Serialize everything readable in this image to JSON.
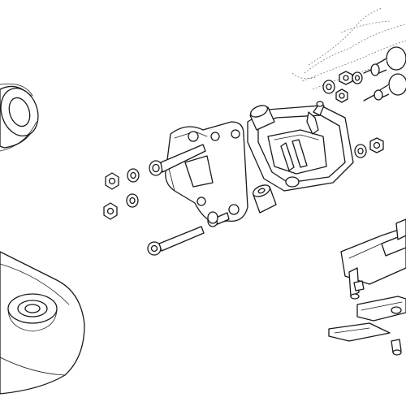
{
  "diagram": {
    "style": "line-art exploded assembly drawing",
    "background": "#ffffff",
    "line_color": "#1a1a1a",
    "components": [
      "bushing-ring",
      "fuel-tank-fragment",
      "caliper-bracket",
      "brake-caliper",
      "frame-fragment",
      "spacer-sleeve",
      "long-bolt",
      "short-bolt",
      "hex-nut",
      "flat-washer",
      "mount-bracket-assembly",
      "rubber-mount"
    ]
  }
}
